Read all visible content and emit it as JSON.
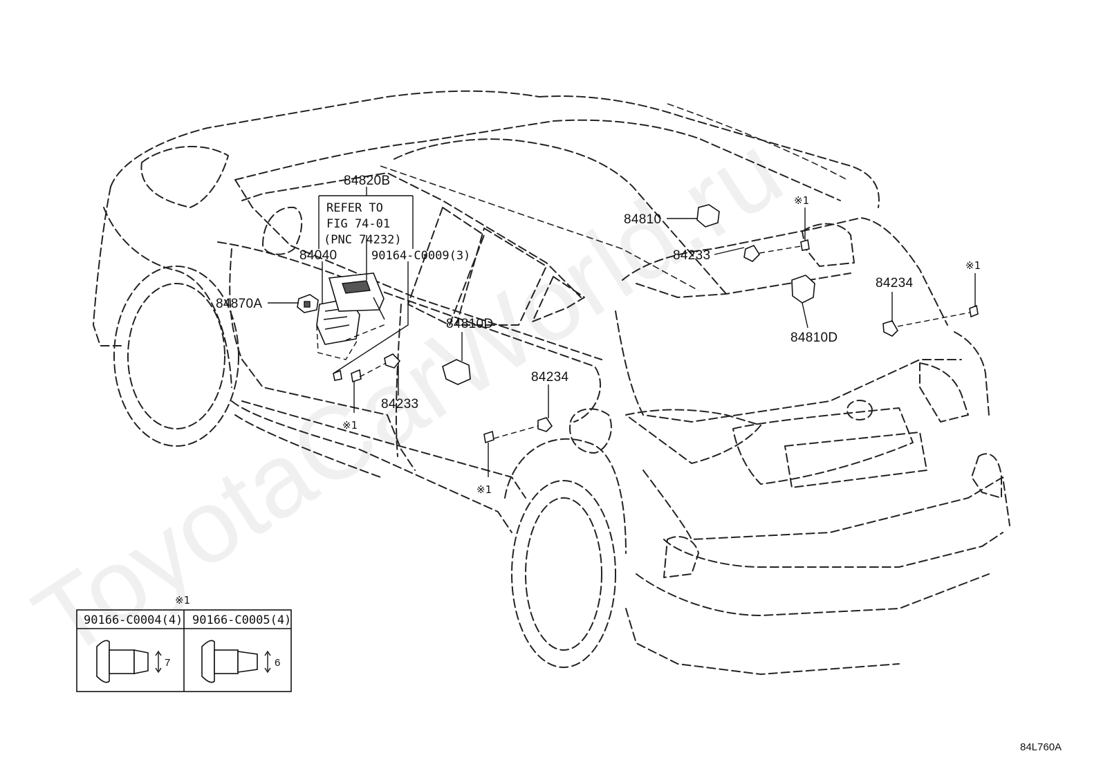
{
  "watermark": "ToyotaCarWorld.ru",
  "figure_code": "84L760A",
  "callouts": {
    "c84820B": "84820B",
    "refer_line1": "REFER TO",
    "refer_line2": "FIG 74-01",
    "refer_line3": "(PNC 74232)",
    "c84040": "84040",
    "c90164": "90164-C0009(3)",
    "c84870A": "84870A",
    "c84810D_mid": "84810D",
    "c84233_lower": "84233",
    "c84234_mid": "84234",
    "c84810_top": "84810",
    "c84233_top": "84233",
    "c84810D_right": "84810D",
    "c84234_right": "84234",
    "mark_left": "※1",
    "mark_mid": "※1",
    "mark_top": "※1",
    "mark_right": "※1"
  },
  "inset": {
    "mark": "※1",
    "left_part": "90166-C0004(4)",
    "right_part": "90166-C0005(4)",
    "left_dim": "7",
    "right_dim": "6"
  }
}
